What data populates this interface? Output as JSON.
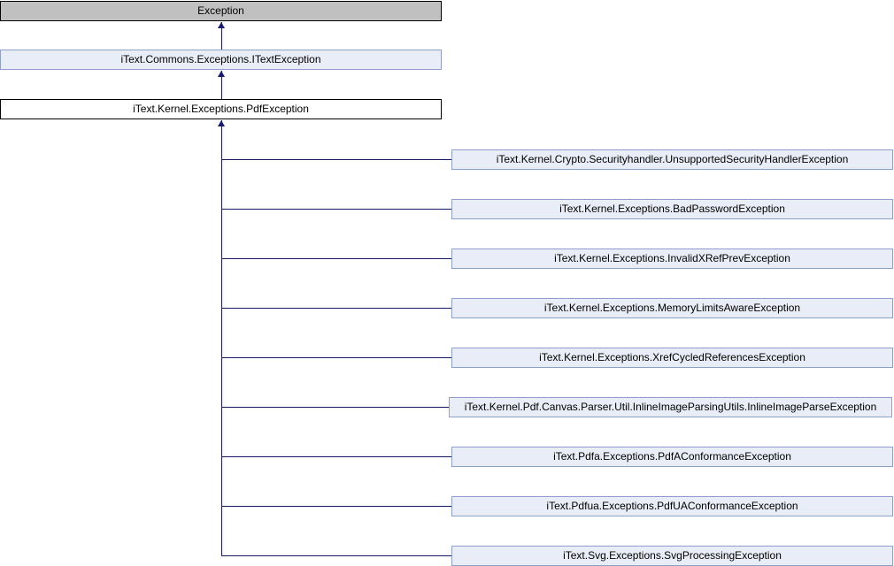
{
  "diagram": {
    "type": "class-inheritance",
    "edge_color": "#191970",
    "colors": {
      "external_box_fill": "#c0c0c0",
      "external_box_border": "#000000",
      "linked_box_fill": "#e8edf7",
      "linked_box_border": "#8fa0c8",
      "current_box_fill": "#ffffff",
      "current_box_border": "#000000",
      "text": "#000000",
      "background": "#ffffff"
    },
    "root": {
      "label": "Exception"
    },
    "parent": {
      "label": "iText.Commons.Exceptions.ITextException"
    },
    "current": {
      "label": "iText.Kernel.Exceptions.PdfException"
    },
    "children": [
      {
        "label": "iText.Kernel.Crypto.Securityhandler.UnsupportedSecurityHandlerException"
      },
      {
        "label": "iText.Kernel.Exceptions.BadPasswordException"
      },
      {
        "label": "iText.Kernel.Exceptions.InvalidXRefPrevException"
      },
      {
        "label": "iText.Kernel.Exceptions.MemoryLimitsAwareException"
      },
      {
        "label": "iText.Kernel.Exceptions.XrefCycledReferencesException"
      },
      {
        "label": "iText.Kernel.Pdf.Canvas.Parser.Util.InlineImageParsingUtils.InlineImageParseException"
      },
      {
        "label": "iText.Pdfa.Exceptions.PdfAConformanceException"
      },
      {
        "label": "iText.Pdfua.Exceptions.PdfUAConformanceException"
      },
      {
        "label": "iText.Svg.Exceptions.SvgProcessingException"
      }
    ]
  }
}
